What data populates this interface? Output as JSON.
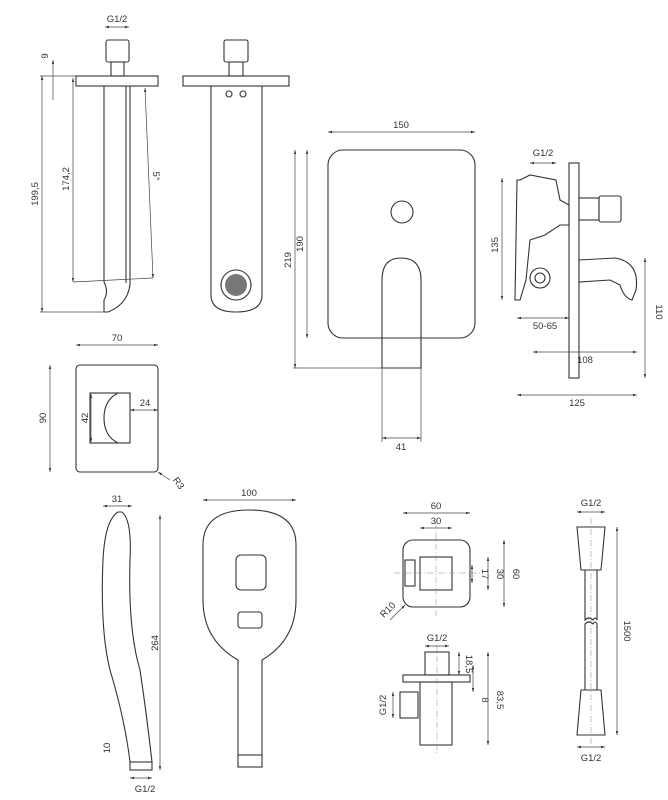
{
  "spout": {
    "thread": "G1/2",
    "flange": "9",
    "total_height": "199,5",
    "body_height": "174,2",
    "angle": "5°"
  },
  "wall_plate": {
    "width": "70",
    "height": "90",
    "opening_height": "42",
    "offset": "24",
    "radius": "R3"
  },
  "mixer_front": {
    "width": "150",
    "plate_height": "190",
    "total_height": "219",
    "lever_width": "41"
  },
  "mixer_side": {
    "thread": "G1/2",
    "height": "135",
    "lever_height": "110",
    "depth_range": "50-65",
    "lever_depth": "108",
    "total_depth": "125"
  },
  "hand_shower_side": {
    "thickness": "31",
    "length": "264",
    "neck": "10",
    "thread": "G1/2"
  },
  "hand_shower_front": {
    "width": "100"
  },
  "outlet_front": {
    "width": "60",
    "inner_width": "30",
    "hole": "17",
    "inner_height": "30",
    "height": "60",
    "radius": "R10"
  },
  "outlet_side": {
    "thread_top": "G1/2",
    "top_height": "18,5",
    "plate": "8",
    "total_height": "83,5",
    "thread_side": "G1/2"
  },
  "hose": {
    "thread_top": "G1/2",
    "length": "1500",
    "thread_bottom": "G1/2"
  }
}
